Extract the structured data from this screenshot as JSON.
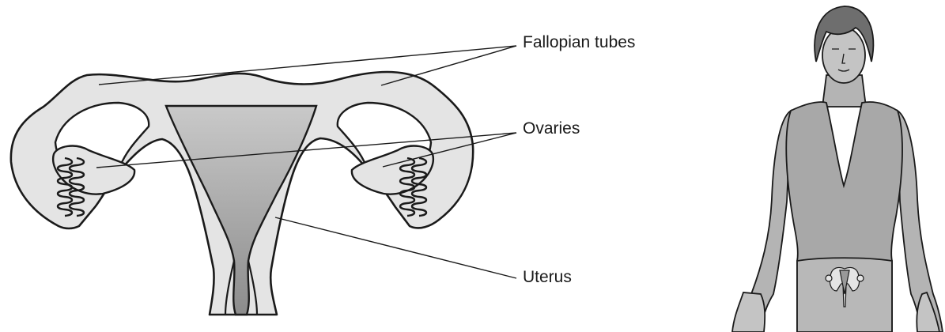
{
  "labels": {
    "fallopian_tubes": "Fallopian tubes",
    "ovaries": "Ovaries",
    "uterus": "Uterus"
  },
  "colors": {
    "organ_fill": "#e4e4e4",
    "uterus_cavity": "#9a9a9a",
    "body_fill": "#a8a8a8",
    "hair": "#6e6e6e",
    "outline": "#1a1a1a"
  }
}
